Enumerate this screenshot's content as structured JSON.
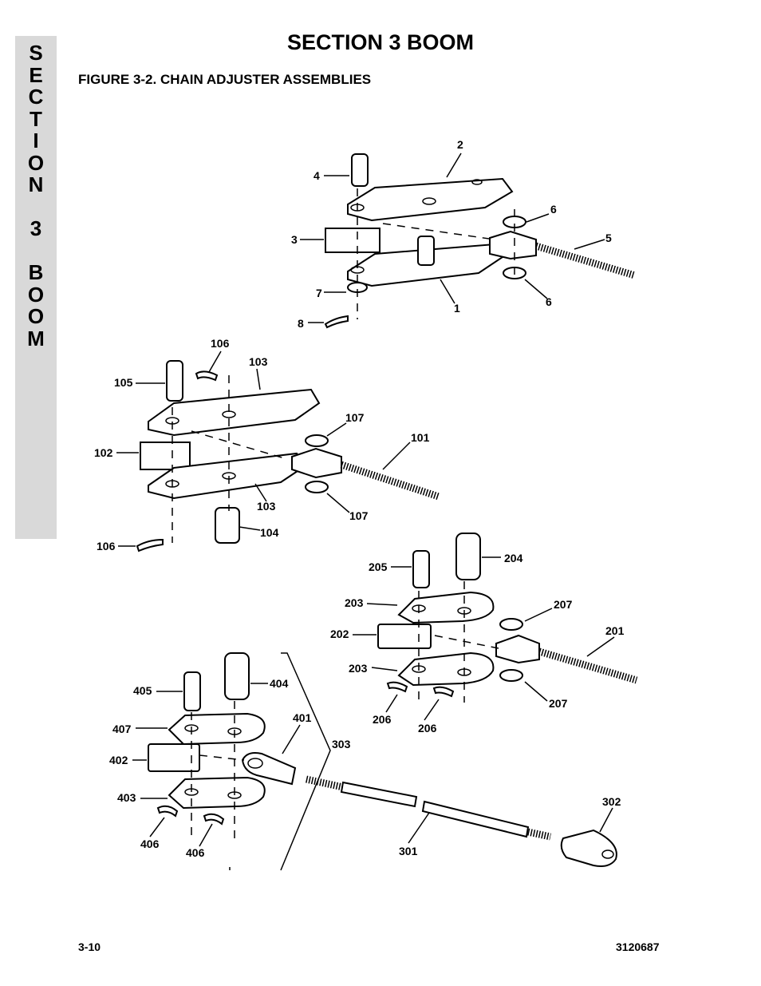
{
  "header": {
    "section_title": "SECTION 3  BOOM",
    "figure_title": "FIGURE 3-2.    CHAIN ADJUSTER ASSEMBLIES"
  },
  "side_tab": {
    "letters": [
      "S",
      "E",
      "C",
      "T",
      "I",
      "O",
      "N",
      "",
      "3",
      "",
      "B",
      "O",
      "O",
      "M"
    ]
  },
  "footer": {
    "page_number": "3-10",
    "document_number": "3120687"
  },
  "callouts": {
    "c1": "1",
    "c2": "2",
    "c3": "3",
    "c4": "4",
    "c5": "5",
    "c6a": "6",
    "c6b": "6",
    "c7": "7",
    "c8": "8",
    "c101": "101",
    "c102": "102",
    "c103a": "103",
    "c103b": "103",
    "c104": "104",
    "c105": "105",
    "c106a": "106",
    "c106b": "106",
    "c107a": "107",
    "c107b": "107",
    "c201": "201",
    "c202": "202",
    "c203a": "203",
    "c203b": "203",
    "c204": "204",
    "c205": "205",
    "c206a": "206",
    "c206b": "206",
    "c207a": "207",
    "c207b": "207",
    "c301": "301",
    "c302": "302",
    "c303": "303",
    "c401": "401",
    "c402": "402",
    "c403": "403",
    "c404": "404",
    "c405": "405",
    "c406a": "406",
    "c406b": "406",
    "c407": "407"
  }
}
